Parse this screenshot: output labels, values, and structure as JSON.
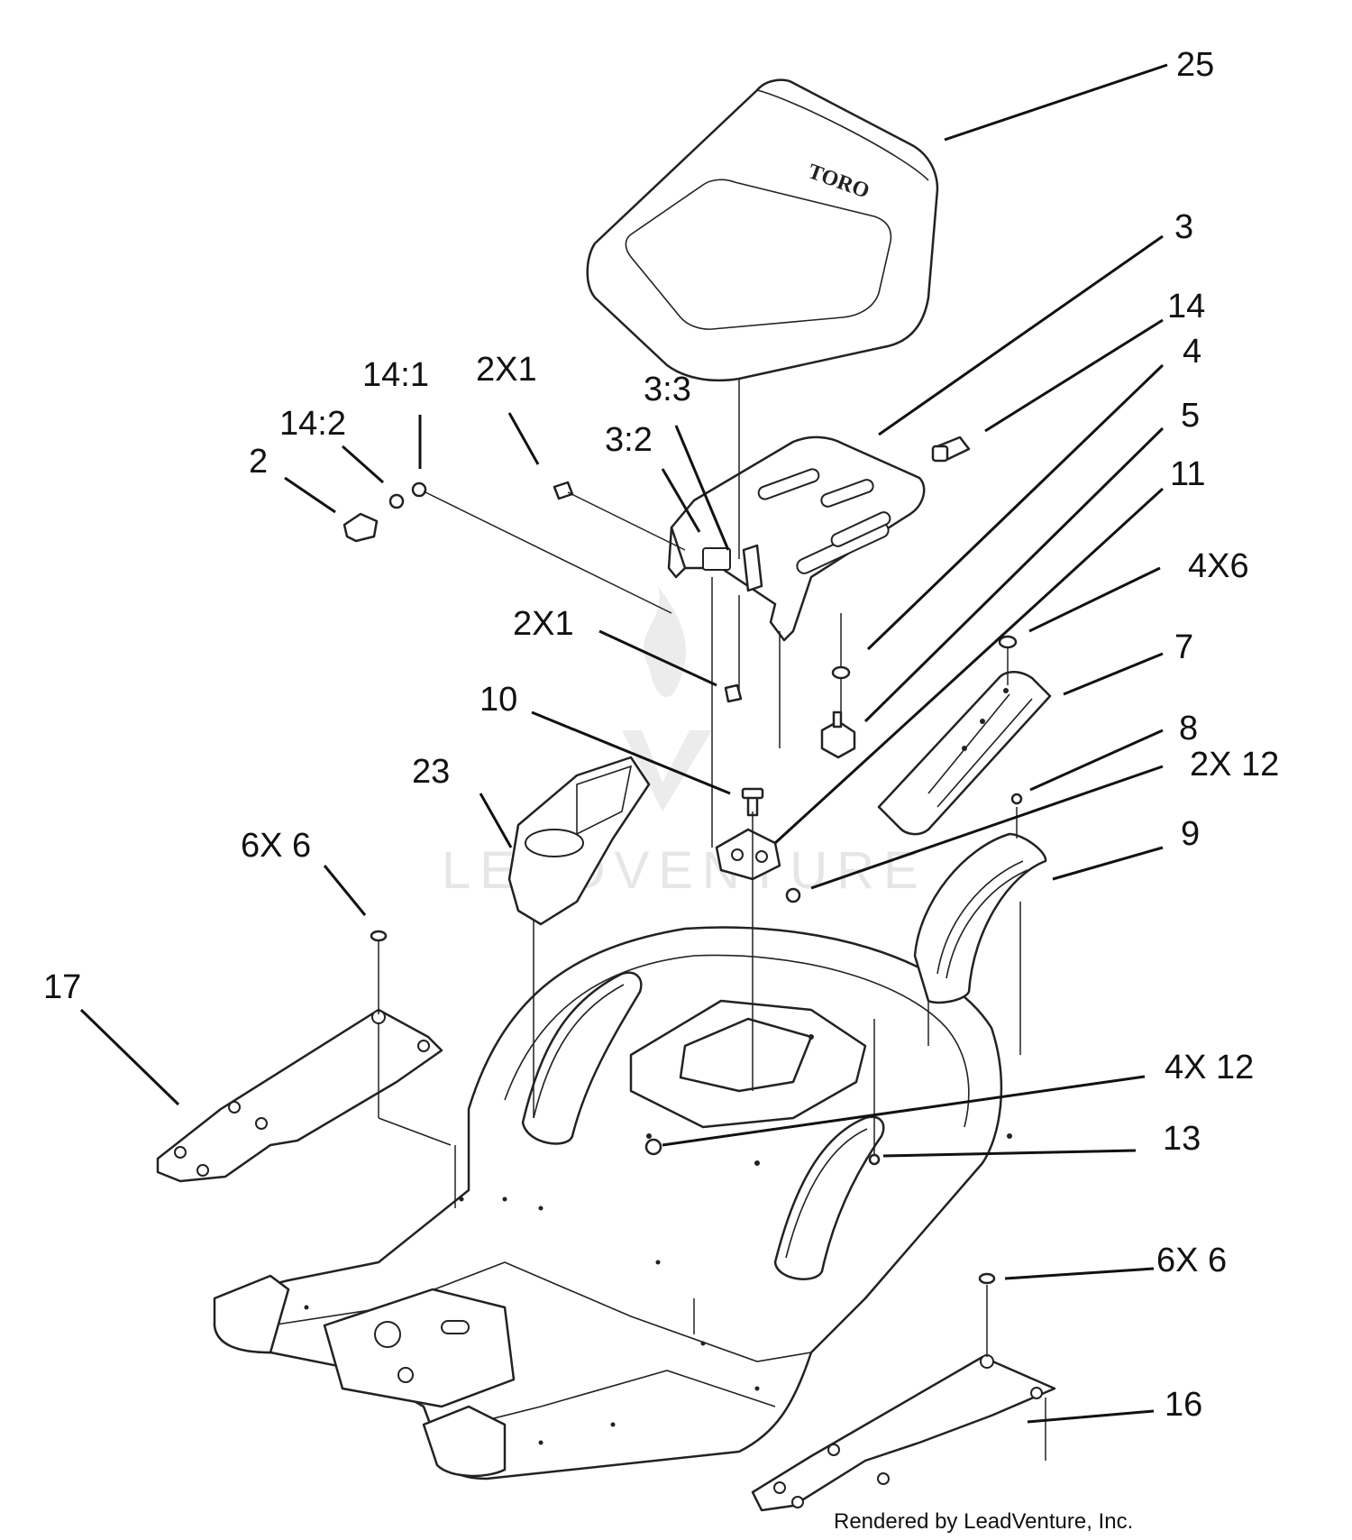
{
  "labels": {
    "seat": "25",
    "seat_bracket": "3",
    "knob": "14",
    "washer": "4",
    "switch": "5",
    "clamp": "11",
    "screw_4x6": "4X6",
    "slide_plate": "7",
    "screw_8": "8",
    "screw_2x12": "2X 12",
    "bumper": "9",
    "rod_14_1": "14:1",
    "rod_14_2": "14:2",
    "bolt_2x1_top": "2X1",
    "item_3_3": "3:3",
    "item_3_2": "3:2",
    "knob_2": "2",
    "bolt_2x1_mid": "2X1",
    "bracket_10": "10",
    "cup_holder": "23",
    "screw_6x6_left": "6X 6",
    "left_footrest": "17",
    "screw_4x12": "4X 12",
    "grommet_13": "13",
    "screw_6x6_right": "6X 6",
    "right_footrest": "16"
  },
  "seat_logo": "TORO",
  "watermark": "LEADVENTURE",
  "footer": "Rendered by LeadVenture, Inc."
}
